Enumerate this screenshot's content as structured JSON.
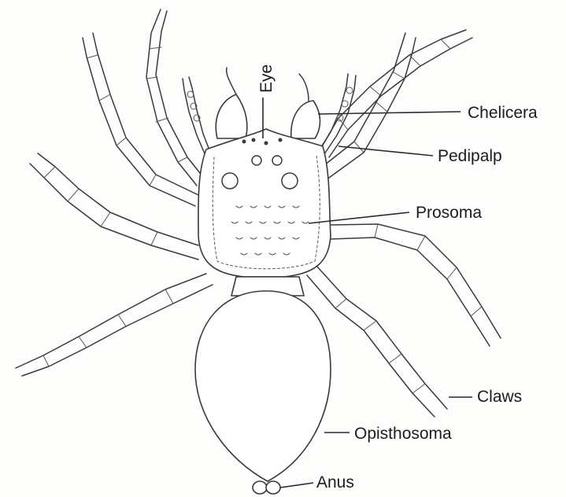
{
  "labels": {
    "eye": "Eye",
    "chelicera": "Chelicera",
    "pedipalp": "Pedipalp",
    "prosoma": "Prosoma",
    "claws": "Claws",
    "opisthosoma": "Opisthosoma",
    "anus": "Anus"
  },
  "colors": {
    "ink": "#3a3a3a",
    "paper": "#fdfdfc",
    "text": "#1c1c1c"
  }
}
